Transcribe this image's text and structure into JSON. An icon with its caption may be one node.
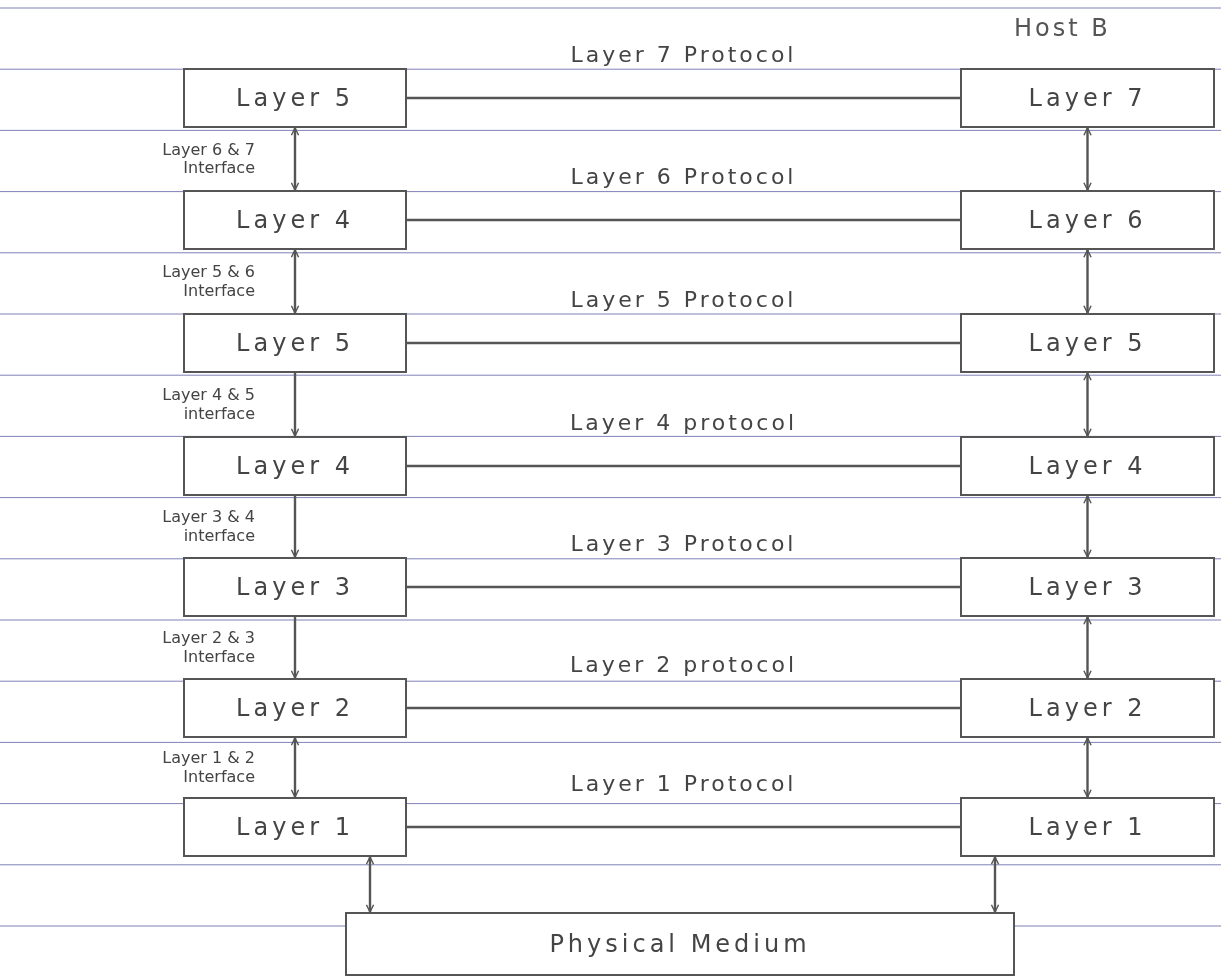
{
  "diagram": {
    "nodes": [
      {
        "text": [
          "Layer 5"
        ]
      },
      {
        "text": [
          "Layer 7"
        ]
      },
      {
        "text": [
          "Layer 4"
        ]
      },
      {
        "text": [
          "Layer 6"
        ]
      },
      {
        "text": [
          "Layer 5"
        ]
      },
      {
        "text": [
          "Layer 5"
        ]
      },
      {
        "text": [
          "Layer 4"
        ]
      },
      {
        "text": [
          "Layer 4"
        ]
      },
      {
        "text": [
          "Layer 3"
        ]
      },
      {
        "text": [
          "Layer 3"
        ]
      },
      {
        "text": [
          "Layer 2"
        ]
      },
      {
        "text": [
          "Layer 2"
        ]
      },
      {
        "text": [
          "Layer 1"
        ]
      },
      {
        "text": [
          "Layer 1"
        ]
      },
      {
        "text": [
          "Physical Medium"
        ]
      }
    ],
    "edges": [
      {
        "from": 0,
        "to": 1,
        "arrow": "none",
        "label": "Layer 7 Protocol"
      },
      {
        "from": 2,
        "to": 3,
        "arrow": "none",
        "label": "Layer 6 Protocol"
      },
      {
        "from": 4,
        "to": 5,
        "arrow": "none",
        "label": "Layer 5 Protocol"
      },
      {
        "from": 6,
        "to": 7,
        "arrow": "none",
        "label": "Layer 4 protocol"
      },
      {
        "from": 8,
        "to": 9,
        "arrow": "none",
        "label": "Layer 3 Protocol"
      },
      {
        "from": 10,
        "to": 11,
        "arrow": "none",
        "label": "Layer 2 protocol"
      },
      {
        "from": 12,
        "to": 13,
        "arrow": "none",
        "label": "Layer 1 Protocol"
      },
      {
        "from": 0,
        "to": 2,
        "arrow": "both",
        "label": "Layer 6 & 7 Interface"
      },
      {
        "from": 2,
        "to": 4,
        "arrow": "both",
        "label": "Layer 5 & 6 Interface"
      },
      {
        "from": 4,
        "to": 6,
        "arrow": "to",
        "label": "Layer 4 & 5 interface"
      },
      {
        "from": 6,
        "to": 8,
        "arrow": "to",
        "label": "Layer 3 & 4 interface"
      },
      {
        "from": 8,
        "to": 10,
        "arrow": "to",
        "label": "Layer 2 & 3 Interface"
      },
      {
        "from": 10,
        "to": 12,
        "arrow": "both",
        "label": "Layer 1 & 2 Interface"
      },
      {
        "from": 1,
        "to": 3,
        "arrow": "both"
      },
      {
        "from": 3,
        "to": 5,
        "arrow": "both"
      },
      {
        "from": 5,
        "to": 7,
        "arrow": "both"
      },
      {
        "from": 7,
        "to": 9,
        "arrow": "both"
      },
      {
        "from": 9,
        "to": 11,
        "arrow": "both"
      },
      {
        "from": 11,
        "to": 13,
        "arrow": "both"
      },
      {
        "from": 12,
        "to": 14,
        "arrow": "both"
      },
      {
        "from": 13,
        "to": 14,
        "arrow": "both"
      }
    ],
    "labels": [
      "Host B"
    ]
  }
}
